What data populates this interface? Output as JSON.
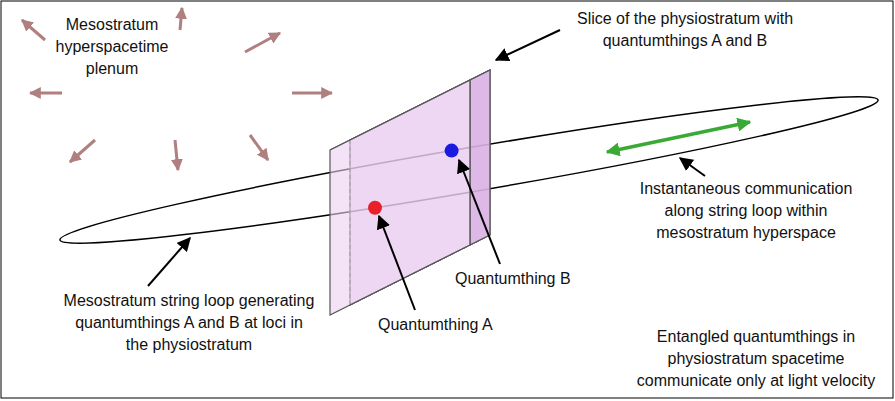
{
  "diagram": {
    "labels": [
      "Mesostratum hyperspacetime plenum",
      "Slice of the physiostratum with quantumthings A and B",
      "Instantaneous communication along string loop within mesostratum hyperspace",
      "Quantumthing B",
      "Quantumthing A",
      "Mesostratum string loop generating quantumthings A and B at loci in the physiostratum",
      "Entangled quantumthings in physiostratum spacetime communicate only at light velocity"
    ]
  }
}
